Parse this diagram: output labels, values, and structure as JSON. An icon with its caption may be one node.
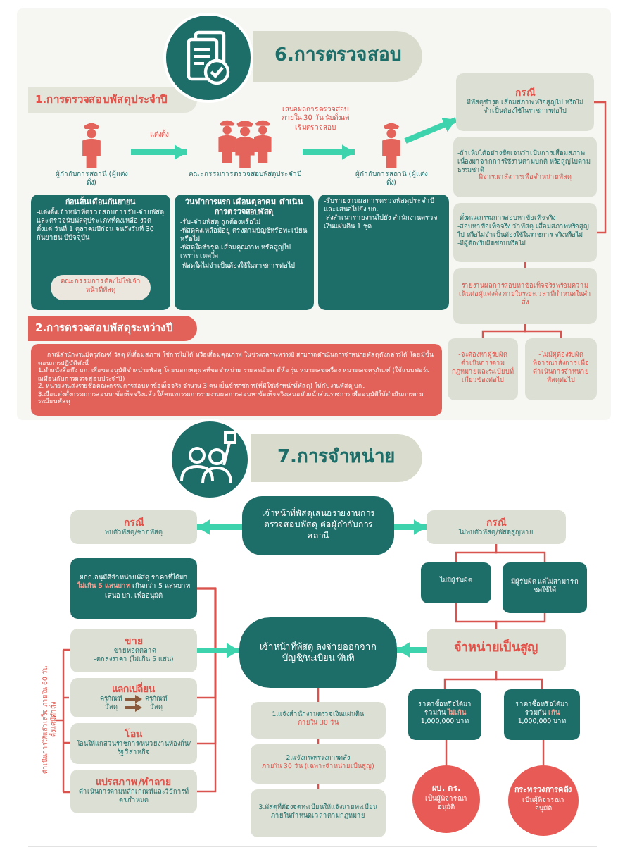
{
  "diagram": {
    "nodes": [
      {
        "text": [
          "6.การตรวจสอบ"
        ]
      },
      {
        "text": [
          "1.การตรวจสอบพัสดุประจำปี"
        ]
      },
      {
        "text": [],
        "shape": "person",
        "beside": [
          "ผู้กำกับการสถานี (ผู้แต่งตั้ง)"
        ]
      },
      {
        "text": [],
        "shape": "person",
        "beside": [
          "คณะกรรมการตรวจสอบพัสดุประจำปี"
        ]
      },
      {
        "text": [],
        "shape": "person",
        "beside": [
          "ผู้กำกับการสถานี (ผู้แต่งตั้ง)"
        ]
      },
      {
        "text": [
          "ก่อนสิ้นเดือนกันยายน",
          "-แต่งตั้งเจ้าหน้าที่ตรวจสอบการรับ-จ่ายพัสดุและตรวจนับพัสดุประเภทที่คงเหลือ งวดตั้งแต่ วันที่ 1 ตุลาคมปีก่อน จนถึงวันที่ 30 กันยายน ปีปัจจุบัน"
        ]
      },
      {
        "text": [
          "คณะกรรมการต้องไม่ใช่เจ้าหน้าที่พัสดุ"
        ],
        "in": 5
      },
      {
        "text": [
          "วันทำการแรก เดือนตุลาคม ดำเนินการตรวจสอบพัสดุ",
          "-รับ-จ่ายพัสดุ ถูกต้องหรือไม่",
          "-พัสดุคงเหลือมีอยู่ ตรงตามบัญชีหรือทะเบียนหรือไม่",
          "-พัสดุใดชำรุด เสื่อมคุณภาพ หรือสูญไปเพราะเหตุใด",
          "-พัสดุใดไม่จำเป็นต้องใช้ในราชการต่อไป"
        ]
      },
      {
        "text": [
          "-รับรายงานผลการตรวจพัสดุประจำปี และเสนอไปยัง บก.",
          "-ส่งสำเนารายงานไปยัง สำนักงานตรวจเงินแผ่นดิน 1 ชุด"
        ]
      },
      {
        "text": [
          "กรณี",
          "มีพัสดุชำรุด เสื่อมสภาพ หรือสูญไป หรือไม่จำเป็นต้องใช้ในราชการต่อไป"
        ]
      },
      {
        "text": [
          "-ถ้าเห็นได้อย่างชัดเจนว่าเป็นการเสื่อมสภาพเนื่องมาจากการใช้งานตามปกติ หรือสูญไปตามธรรมชาติ",
          "พิจารณาสั่งการเพื่อจำหน่ายพัสดุ"
        ]
      },
      {
        "text": [
          "-ตั้งคณะกรรมการสอบหาข้อเท็จจริง",
          "-สอบหาข้อเท็จจริง ว่าพัสดุ เสื่อมสภาพหรือสูญไป หรือไม่จำเป็นต้องใช้ในราชการ จริงหรือไม่",
          "-มีผู้ต้องรับผิดชอบหรือไม่"
        ]
      },
      {
        "text": [
          "รายงานผลการสอบหาข้อเท็จจริง พร้อมความเห็นต่อผู้แต่งตั้ง ภายในระยะเวลาที่กำหนดในคำสั่ง"
        ]
      },
      {
        "text": [
          "-จะต้องหาผู้รับผิด ดำเนินการตามกฎหมายและระเบียบที่เกี่ยวข้องต่อไป"
        ]
      },
      {
        "text": [
          "-ไม่มีผู้ต้องรับผิด พิจารณาสั่งการ เพื่อดำเนินการจำหน่ายพัสดุต่อไป"
        ]
      },
      {
        "text": [
          "2.การตรวจสอบพัสดุระหว่างปี"
        ]
      },
      {
        "text": [
          "กรณีสำนักงานมีครุภัณฑ์ วัสดุ ที่เสื่อมสภาพ ใช้การไม่ได้ หรือเสื่อมคุณภาพ ในช่วงเวลาระหว่างปี สามารถดำเนินการจำหน่ายพัสดุดังกล่าวได้ โดยมีขั้นตอนการปฏิบัติดังนี้",
          "1.ทำหนังสือถึง บก. เพื่อขออนุมัติจำหน่ายพัสดุ โดยบอกเหตุผลที่ขอจำหน่าย รายละเอียด ยี่ห้อ รุ่น หมายเลขเครื่อง หมายเลขครุภัณฑ์ (ใช้แบบฟอร์มเหมือนกับการตรวจสอบประจำปี)",
          "2. หน่วยงานส่งรายชื่อคณะกรรมการสอบหาข้อเท็จจริง จำนวน 3 คน เป็นข้าราชการ(ที่มิใช่เจ้าหน้าที่พัสดุ) ให้กับงานพัสดุ บก.",
          "3.เมื่อแต่งตั้งกรรมการสอบหาข้อเท็จจริงแล้ว ให้คณะกรรมการรายงานผลการสอบหาข้อเท็จจริงเสนอหัวหน้าส่วนราชการ เพื่ออนุมัติให้ดำเนินการตามระเบียบพัสดุ"
        ]
      },
      {
        "text": [
          "7.การจำหน่าย"
        ]
      },
      {
        "text": [
          "เจ้าหน้าที่พัสดุเสนอรายงานการตรวจสอบพัสดุ ต่อผู้กำกับการสถานี"
        ]
      },
      {
        "text": [
          "กรณี",
          "พบตัวพัสดุ/ซากพัสดุ"
        ]
      },
      {
        "text": [
          "กรณี",
          "ไม่พบตัวพัสดุ/พัสดุสูญหาย"
        ]
      },
      {
        "text": [
          "ผกก.อนุมัติจำหน่ายพัสดุ ราคาที่ได้มา **ไม่เกิน 5 แสนบาท** เกินกว่า 5 แสนบาท เสนอ บก. เพื่ออนุมัติ"
        ]
      },
      {
        "text": [
          "ไม่มีผู้รับผิด"
        ]
      },
      {
        "text": [
          "มีผู้รับผิด แต่ไม่สามารถชดใช้ได้"
        ]
      },
      {
        "text": [
          "ขาย",
          "-ขายทอดตลาด",
          "-ตกลงราคา (ไม่เกิน 5 แสน)"
        ]
      },
      {
        "text": [
          "เจ้าหน้าที่พัสดุ ลงจ่ายออกจากบัญชี/ทะเบียน ทันที"
        ]
      },
      {
        "text": [
          "จำหน่ายเป็นสูญ"
        ]
      },
      {
        "text": [
          "แลกเปลี่ยน",
          "ครุภัณฑ์",
          "ครุภัณฑ์",
          "วัสดุ",
          "วัสดุ"
        ]
      },
      {
        "text": [
          "1.แจ้งสำนักงานตรวจเงินแผ่นดิน",
          "ภายใน 30 วัน"
        ]
      },
      {
        "text": [
          "ราคาซื้อหรือได้มา รวมกัน **ไม่เกิน** 1,000,000 บาท"
        ]
      },
      {
        "text": [
          "ราคาซื้อหรือได้มา รวมกัน **เกิน** 1,000,000 บาท"
        ]
      },
      {
        "text": [
          "โอน",
          "โอนให้แก่ส่วนราชการ/หน่วยงานท้องถิ่น/รัฐวิสาหกิจ"
        ]
      },
      {
        "text": [
          "2.แจ้งกระทรวงการคลัง",
          "ภายใน 30 วัน (เฉพาะจำหน่ายเป็นสูญ)"
        ]
      },
      {
        "text": [
          "แปรสภาพ/ทำลาย",
          "ดำเนินการตามหลักเกณฑ์และวิธีการที่ ตร.กำหนด"
        ]
      },
      {
        "text": [
          "ผบ. ตร.",
          "เป็นผู้พิจารณา อนุมัติ"
        ]
      },
      {
        "text": [
          "กระทรวงการคลัง",
          "เป็นผู้พิจารณา อนุมัติ"
        ]
      },
      {
        "text": [
          "3.พัสดุที่ต้องจดทะเบียนให้แจ้งนายทะเบียนภายในกำหนดเวลาตามกฎหมาย"
        ]
      }
    ],
    "edges": [
      {
        "from": 2,
        "to": 3,
        "arrow": "to",
        "label": "แต่งตั้ง",
        "style": "thick",
        "color": "#3dd3ad"
      },
      {
        "from": 3,
        "to": 4,
        "arrow": "to",
        "label": "เสนอผลการตรวจสอบ ภายใน 30 วัน นับตั้งแต่เริ่มตรวจสอบ",
        "style": "thick",
        "color": "#3dd3ad"
      },
      {
        "from": 4,
        "to": 9,
        "arrow": "to",
        "style": "thick",
        "color": "#3dd3ad"
      },
      {
        "from": 9,
        "to": 11,
        "arrow": "none"
      },
      {
        "from": 11,
        "to": 12,
        "arrow": "none"
      },
      {
        "from": 12,
        "to": 13,
        "arrow": "none"
      },
      {
        "from": 12,
        "to": 14,
        "arrow": "none"
      },
      {
        "from": 18,
        "to": 19,
        "arrow": "to",
        "style": "thick",
        "color": "#3dd3ad"
      },
      {
        "from": 18,
        "to": 20,
        "arrow": "to",
        "style": "thick",
        "color": "#3dd3ad"
      },
      {
        "from": 21,
        "to": 24,
        "arrow": "none"
      },
      {
        "from": 21,
        "to": 27,
        "arrow": "none"
      },
      {
        "from": 21,
        "to": 31,
        "arrow": "none"
      },
      {
        "from": 21,
        "to": 33,
        "arrow": "none"
      },
      {
        "from": 24,
        "to": 25,
        "arrow": "to",
        "style": "thick",
        "color": "#3dd3ad"
      },
      {
        "from": 20,
        "to": 22,
        "arrow": "none"
      },
      {
        "from": 20,
        "to": 23,
        "arrow": "none"
      },
      {
        "from": 22,
        "to": 26,
        "arrow": "none"
      },
      {
        "from": 23,
        "to": 26,
        "arrow": "none"
      },
      {
        "from": 26,
        "to": 25,
        "arrow": "to",
        "style": "thick",
        "color": "#3dd3ad"
      },
      {
        "from": 26,
        "to": 29,
        "arrow": "none"
      },
      {
        "from": 26,
        "to": 30,
        "arrow": "none"
      },
      {
        "from": 29,
        "to": 34,
        "arrow": "none"
      },
      {
        "from": 30,
        "to": 35,
        "arrow": "none"
      },
      {
        "from": 25,
        "to": 28,
        "arrow": "none"
      },
      {
        "from": 28,
        "to": 32,
        "arrow": "none"
      },
      {
        "from": 32,
        "to": 36,
        "arrow": "none"
      }
    ],
    "labels": [
      "ดำเนินการให้แล้วเสร็จ ภายใน 60 วัน ตั้งแต่มีคำสั่ง"
    ]
  }
}
